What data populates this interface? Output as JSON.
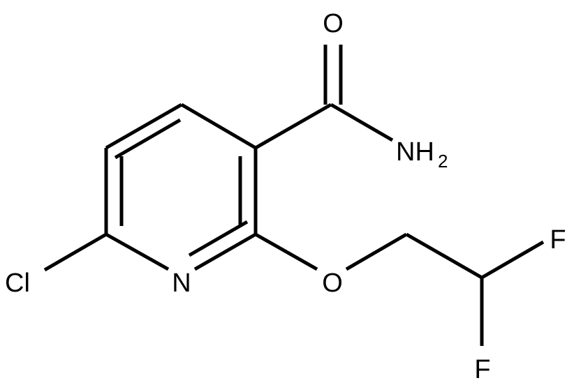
{
  "molecule": {
    "atoms": {
      "O_carbonyl": "O",
      "N_amide": "NH",
      "N_amide_subscript": "2",
      "Cl": "Cl",
      "N_ring": "N",
      "O_ether": "O",
      "F_upper": "F",
      "F_lower": "F"
    }
  }
}
